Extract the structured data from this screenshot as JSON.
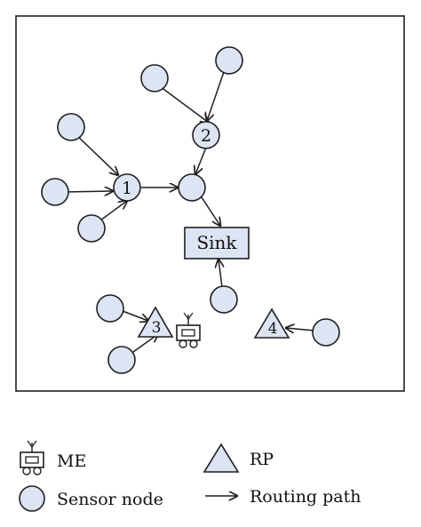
{
  "diagram": {
    "sink_label": "Sink",
    "relay_labels": [
      "1",
      "2"
    ],
    "rp_labels": [
      "3",
      "4"
    ]
  },
  "legend": {
    "me_label": "ME",
    "sensor_label": "Sensor node",
    "rp_label": "RP",
    "routing_label": "Routing path"
  },
  "colors": {
    "node_fill": "#dde4f4",
    "stroke": "#1f1f1f"
  }
}
